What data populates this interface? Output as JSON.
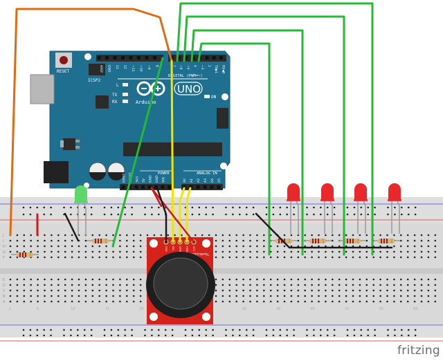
{
  "watermark": "fritzing",
  "arduino": {
    "board_name": "UNO",
    "brand": "Arduino",
    "reset_label": "RESET",
    "icsp2_label": "ICSP2",
    "icsp_label": "ICSP",
    "led_labels": [
      "L",
      "TX",
      "RX",
      "ON"
    ],
    "digital_header_label": "DIGITAL (PWM=~)",
    "power_label": "POWER",
    "analog_label": "ANALOG IN",
    "top_pins_left": [
      "AREF",
      "GND",
      "13",
      "12",
      "~11",
      "~10",
      "~9",
      "8"
    ],
    "top_pins_right": [
      "7",
      "~6",
      "~5",
      "4",
      "~3",
      "2",
      "TX▶1",
      "RX◀0"
    ],
    "power_pins": [
      "",
      "IOREF",
      "RESET",
      "3V3",
      "5V",
      "GND",
      "GND",
      "VIN"
    ],
    "analog_pins": [
      "A0",
      "A1",
      "A2",
      "A3",
      "A4",
      "A5"
    ],
    "colors": {
      "board": "#1f6f91",
      "board_edge": "#185a76",
      "header": "#2b2b2b"
    }
  },
  "breadboard": {
    "row_letters_top": [
      "J",
      "I",
      "H",
      "G",
      "F"
    ],
    "row_letters_bottom": [
      "E",
      "D",
      "C",
      "B",
      "A"
    ],
    "column_numbers": [
      "1",
      "5",
      "10",
      "15",
      "20",
      "25",
      "30",
      "35",
      "40",
      "45",
      "50",
      "55",
      "60"
    ],
    "colors": {
      "body": "#dcdcdc",
      "rail_blue": "#6a6ae0",
      "rail_red": "#e05a5a",
      "hole": "#222222",
      "hole_active": "#44cc44"
    }
  },
  "joystick": {
    "pin_labels": [
      "GND",
      "SEL",
      "VERT",
      "HORZ",
      "VCC"
    ],
    "board_label": "Thumb Joystick",
    "board_color": "#d4231b"
  },
  "components": {
    "leds": [
      {
        "id": "led-green",
        "color": "green"
      },
      {
        "id": "led-red-1",
        "color": "red"
      },
      {
        "id": "led-red-2",
        "color": "red"
      },
      {
        "id": "led-red-3",
        "color": "red"
      },
      {
        "id": "led-red-4",
        "color": "red"
      }
    ],
    "resistor_count": 6
  },
  "wires": [
    {
      "id": "wire-orange",
      "color": "#e06a10",
      "from": "breadboard",
      "to": "Arduino pin 7"
    },
    {
      "id": "wire-green-d8",
      "color": "#22bb33",
      "from": "Arduino pin 8",
      "to": "breadboard"
    },
    {
      "id": "wire-green-d6",
      "color": "#22bb33",
      "from": "Arduino pin ~6",
      "to": "LED 4 row"
    },
    {
      "id": "wire-green-d5",
      "color": "#22bb33",
      "from": "Arduino pin ~5",
      "to": "LED 3 row"
    },
    {
      "id": "wire-green-d4",
      "color": "#22bb33",
      "from": "Arduino pin 4",
      "to": "LED 2 row"
    },
    {
      "id": "wire-green-d3",
      "color": "#22bb33",
      "from": "Arduino pin ~3",
      "to": "LED 1 row"
    },
    {
      "id": "wire-yellow-sel",
      "color": "#f2e600",
      "from": "Arduino pin 7",
      "to": "Joystick SEL"
    },
    {
      "id": "wire-yellow-a0",
      "color": "#f2e600",
      "from": "Arduino A0",
      "to": "Joystick VERT"
    },
    {
      "id": "wire-yellow-a1",
      "color": "#f2e600",
      "from": "Arduino A1",
      "to": "Joystick HORZ"
    },
    {
      "id": "wire-red-5v",
      "color": "#cc1a1a",
      "from": "Arduino 5V",
      "to": "Joystick VCC"
    },
    {
      "id": "wire-black-gnd",
      "color": "#1a1a1a",
      "from": "Arduino GND",
      "to": "Joystick GND"
    }
  ]
}
